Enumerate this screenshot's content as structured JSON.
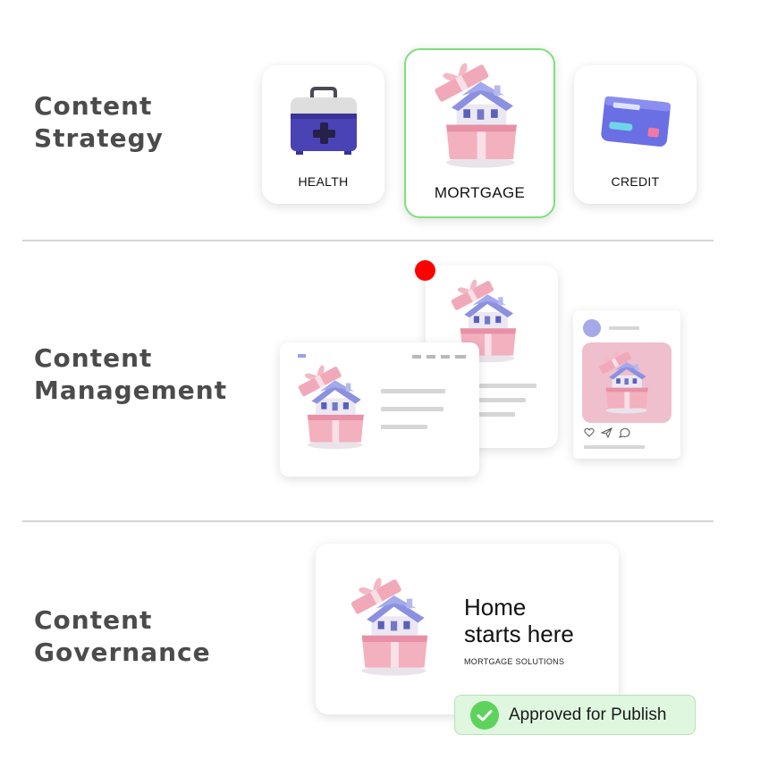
{
  "sections": [
    {
      "title_line1": "Content",
      "title_line2": "Strategy"
    },
    {
      "title_line1": "Content",
      "title_line2": "Management"
    },
    {
      "title_line1": "Content",
      "title_line2": "Governance"
    }
  ],
  "categories": [
    {
      "label": "HEALTH",
      "icon": "medical-kit-icon",
      "selected": false
    },
    {
      "label": "MORTGAGE",
      "icon": "house-gift-box-icon",
      "selected": true
    },
    {
      "label": "CREDIT",
      "icon": "credit-card-icon",
      "selected": false
    }
  ],
  "notification": {
    "color": "#ff0000"
  },
  "hero": {
    "title_line1": "Home",
    "title_line2": "starts here",
    "subtitle": "MORTGAGE SOLUTIONS"
  },
  "status": {
    "label": "Approved for Publish",
    "icon": "check-circle-icon",
    "color": "#5dd35d"
  },
  "colors": {
    "selected_border": "#7ee07e",
    "house_roof": "#8f93e2",
    "box_pink": "#f1aebd",
    "kit_blue": "#4a43b5",
    "card_blue": "#6a6fe4"
  }
}
